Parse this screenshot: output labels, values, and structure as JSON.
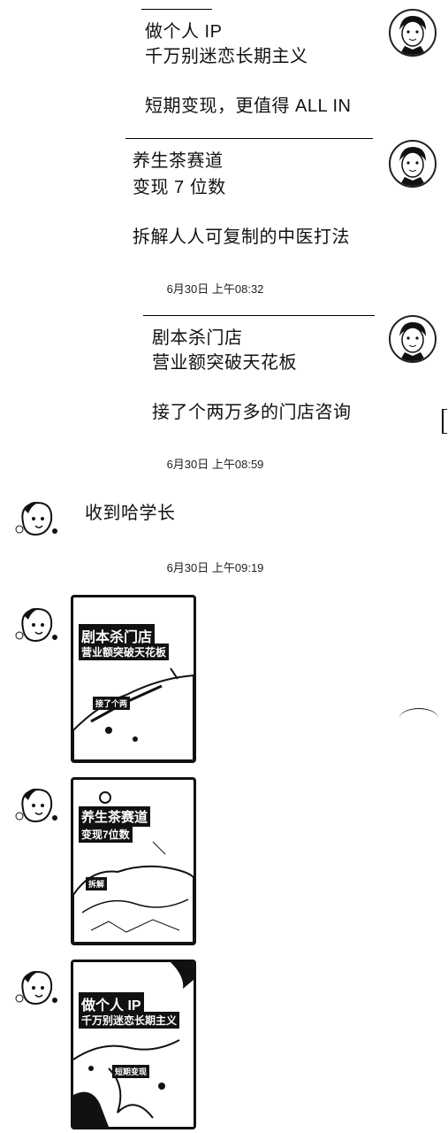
{
  "messages_right": [
    {
      "lines": [
        "做个人 IP",
        "千万别迷恋长期主义",
        "",
        "短期变现，更值得 ALL IN"
      ]
    },
    {
      "lines": [
        "养生茶赛道",
        "变现 7 位数",
        "",
        "拆解人人可复制的中医打法"
      ]
    },
    {
      "lines": [
        "剧本杀门店",
        "营业额突破天花板",
        "",
        "接了个两万多的门店咨询"
      ]
    }
  ],
  "timestamps": [
    "6月30日 上午08:32",
    "6月30日 上午08:59",
    "6月30日 上午09:19"
  ],
  "message_left": {
    "text": "收到哈学长"
  },
  "images": [
    {
      "line1": "剧本杀门店",
      "line2": "营业额突破天花板",
      "caption": "接了个两"
    },
    {
      "line1": "养生茶赛道",
      "line2": "变现7位数",
      "caption": "拆解"
    },
    {
      "line1": "做个人 IP",
      "line2": "千万别迷恋长期主义",
      "caption": "短期变现"
    }
  ]
}
